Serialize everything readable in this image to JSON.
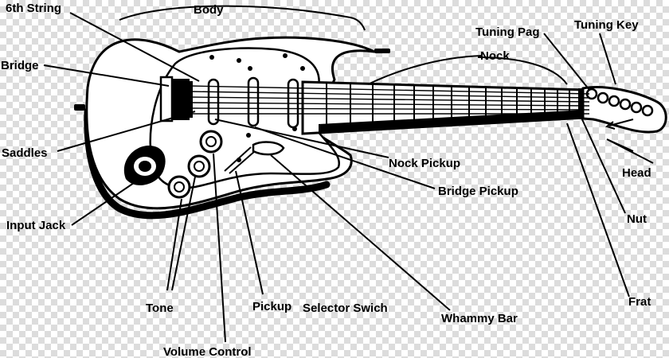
{
  "labels": {
    "sixth_string": "6th String",
    "body": "Body",
    "bridge": "Bridge",
    "saddles": "Saddles",
    "input_jack": "Input Jack",
    "tone": "Tone",
    "volume_control": "Volume Control",
    "pickup": "Pickup",
    "selector_switch": "Selector Swich",
    "whammy_bar": "Whammy Bar",
    "nock_pickup": "Nock  Pickup",
    "bridge_pickup": "Bridge  Pickup",
    "nock": "Nock",
    "tuning_pag": "Tuning Pag",
    "tuning_key": "Tuning Key",
    "head": "Head",
    "nut": "Nut",
    "frat": "Frat"
  }
}
